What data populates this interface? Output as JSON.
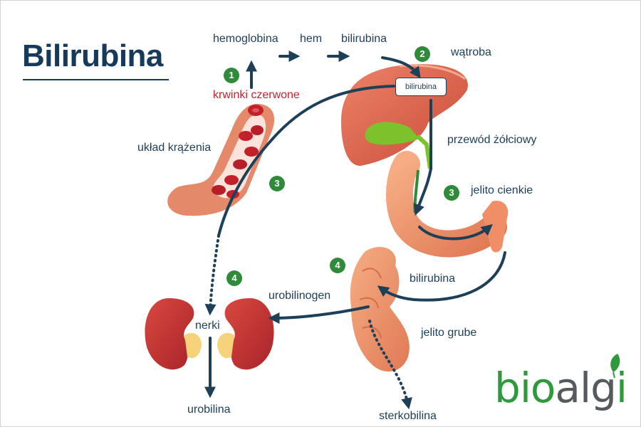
{
  "title": "Bilirubina",
  "labels": {
    "hemoglobina": "hemoglobina",
    "hem": "hem",
    "bilirubina_top": "bilirubina",
    "watroba": "wątroba",
    "krwinki": "krwinki czerwone",
    "uklad": "układ krążenia",
    "liver_tag": "bilirubina",
    "przewod": "przewód żółciowy",
    "jelito_cienkie": "jelito cienkie",
    "bilirubina_mid": "bilirubina",
    "urobilinogen": "urobilinogen",
    "nerki": "nerki",
    "jelito_grube": "jelito grube",
    "urobilina": "urobilina",
    "sterkobilina": "sterkobilina"
  },
  "steps": [
    "1",
    "2",
    "3",
    "3",
    "4",
    "4"
  ],
  "logo": {
    "part1": "bio",
    "part2": "alg",
    "part3": "i"
  },
  "colors": {
    "navy": "#1d4058",
    "title": "#163a5c",
    "red_label": "#c52431",
    "badge": "#2f8a3a",
    "logo_green": "#2e9a3b",
    "logo_gray": "#555a5e"
  },
  "icons": [
    "red-blood-cell-icon",
    "liver-icon",
    "gallbladder-icon",
    "small-intestine-icon",
    "large-intestine-icon",
    "kidney-icon",
    "leaf-icon"
  ]
}
